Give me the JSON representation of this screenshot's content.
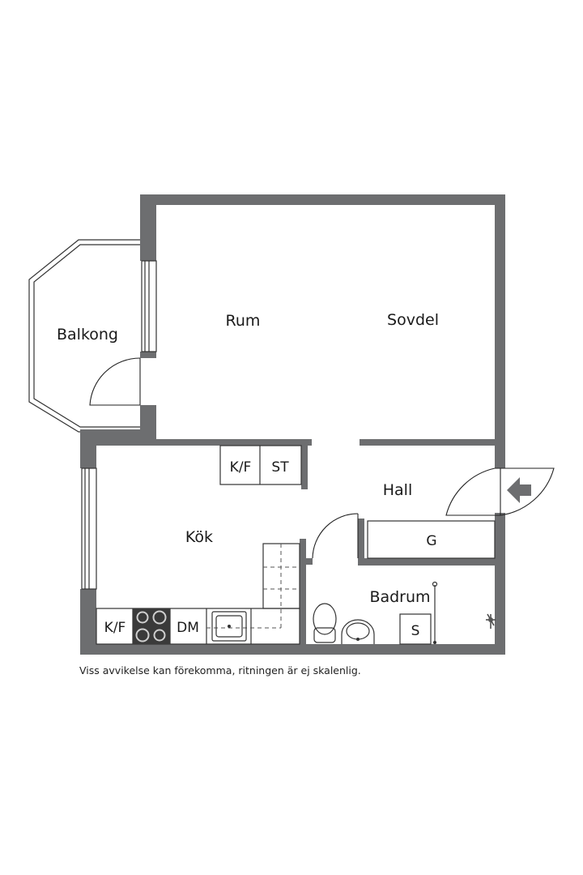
{
  "rooms": {
    "balkong": "Balkong",
    "rum": "Rum",
    "sovdel": "Sovdel",
    "hall": "Hall",
    "kok": "Kök",
    "badrum": "Badrum"
  },
  "fixtures": {
    "kf_top": "K/F",
    "st": "ST",
    "g": "G",
    "kf_bottom": "K/F",
    "dm": "DM",
    "s": "S"
  },
  "disclaimer": "Viss avvikelse kan förekomma, ritningen är ej skalenlig.",
  "colors": {
    "wall": "#6d6e70",
    "line": "#333333",
    "stove": "#3a3a3a"
  },
  "icons": [
    "entrance-arrow-icon",
    "stove-icon",
    "sink-icon",
    "toilet-icon",
    "washbasin-icon",
    "shower-icon"
  ]
}
